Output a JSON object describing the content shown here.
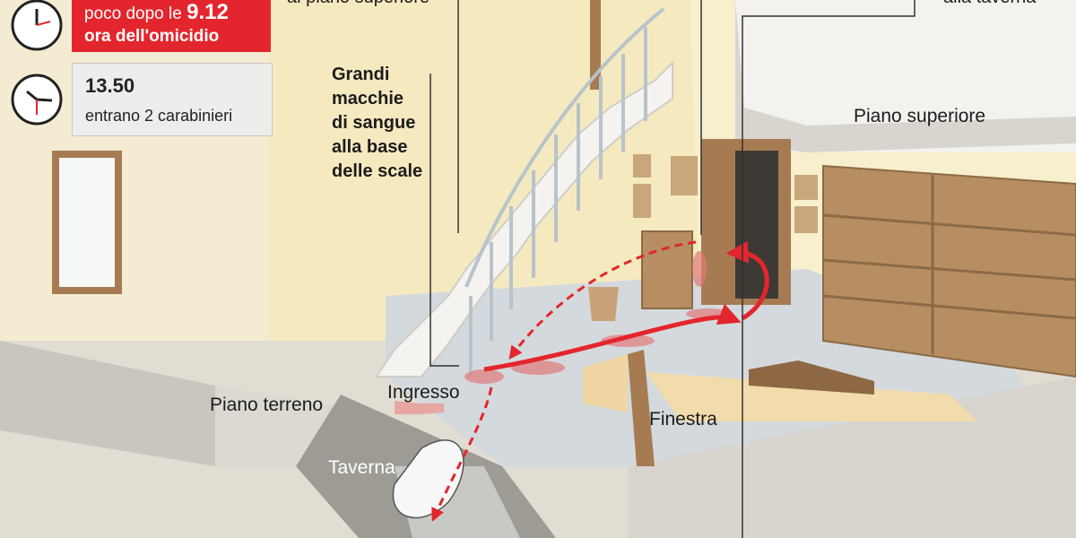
{
  "timeline": {
    "event1": {
      "time_prefix": "poco dopo le ",
      "time_value": "9.12",
      "caption": "ora dell'omicidio"
    },
    "event2": {
      "time": "13.50",
      "caption": "entrano 2 carabinieri"
    },
    "accent_color": "#e3262d"
  },
  "labels": {
    "top_center": "al piano superiore",
    "top_right": "alla taverna",
    "blood": [
      "Grandi",
      "macchie",
      "di sangue",
      "alla base",
      "delle scale"
    ],
    "upper_floor": "Piano superiore",
    "ground_floor": "Piano terreno",
    "entrance": "Ingresso",
    "window": "Finestra",
    "basement": "Taverna"
  },
  "icons": [
    "clock-icon",
    "clock-icon"
  ]
}
